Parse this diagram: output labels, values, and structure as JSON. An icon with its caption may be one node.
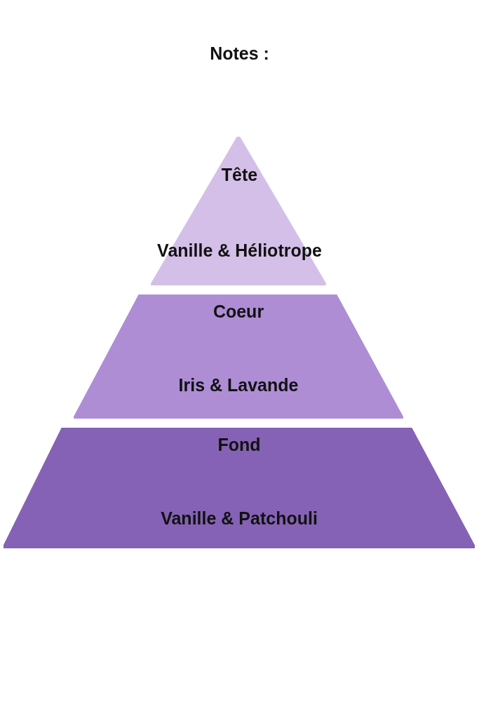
{
  "diagram": {
    "title": "Notes :",
    "nodes": [
      {
        "text": [
          "Tête",
          "Vanille & Héliotrope"
        ]
      },
      {
        "text": [
          "Coeur",
          "Iris & Lavande"
        ]
      },
      {
        "text": [
          "Fond",
          "Vanille & Patchouli"
        ]
      }
    ]
  }
}
